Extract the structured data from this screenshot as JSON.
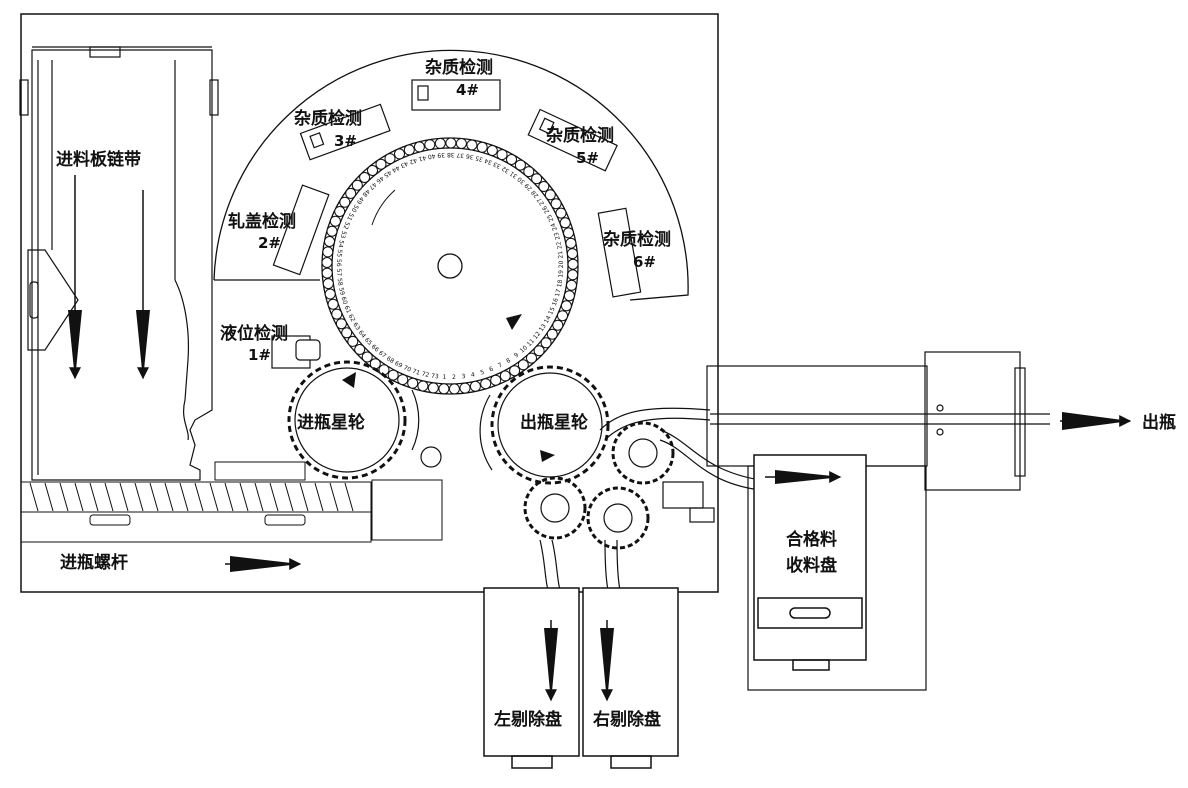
{
  "labels": {
    "infeed_chain": "进料板链带",
    "infeed_screw": "进瓶螺杆",
    "infeed_star": "进瓶星轮",
    "outfeed_star": "出瓶星轮",
    "outfeed": "出瓶",
    "qualified_tray_line1": "合格料",
    "qualified_tray_line2": "收料盘",
    "left_reject": "左剔除盘",
    "right_reject": "右剔除盘"
  },
  "stations": [
    {
      "name": "液位检测",
      "num": "1#"
    },
    {
      "name": "轧盖检测",
      "num": "2#"
    },
    {
      "name": "杂质检测",
      "num": "3#"
    },
    {
      "name": "杂质检测",
      "num": "4#"
    },
    {
      "name": "杂质检测",
      "num": "5#"
    },
    {
      "name": "杂质检测",
      "num": "6#"
    }
  ],
  "turret": {
    "pocket_count": 73
  }
}
